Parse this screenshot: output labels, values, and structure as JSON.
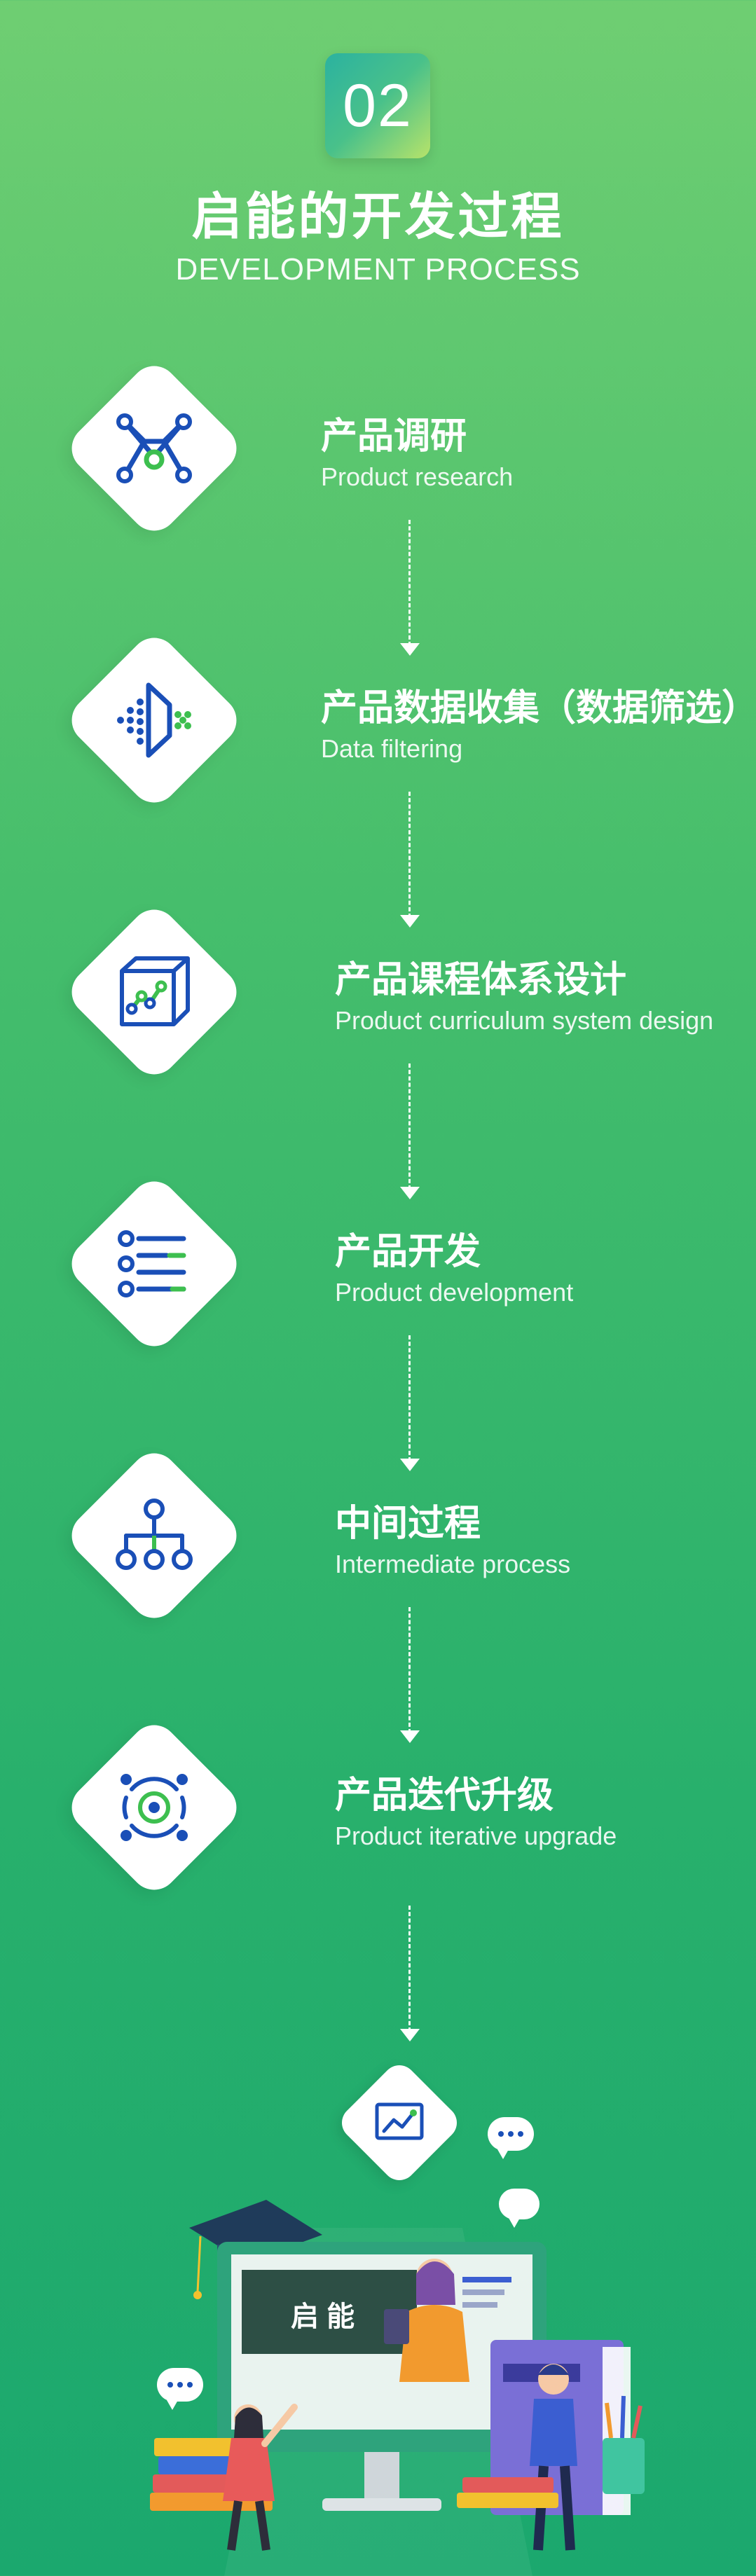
{
  "header": {
    "badge_number": "02",
    "title_cn": "启能的开发过程",
    "title_en": "DEVELOPMENT PROCESS"
  },
  "steps": [
    {
      "title_cn": "产品调研",
      "title_en": "Product research",
      "icon": "network-icon"
    },
    {
      "title_cn": "产品数据收集（数据筛选）",
      "title_en": "Data filtering",
      "icon": "filter-icon"
    },
    {
      "title_cn": "产品课程体系设计",
      "title_en": "Product curriculum system design",
      "icon": "cube-chart-icon"
    },
    {
      "title_cn": "产品开发",
      "title_en": "Product development",
      "icon": "list-icon"
    },
    {
      "title_cn": "中间过程",
      "title_en": "Intermediate process",
      "icon": "hierarchy-icon"
    },
    {
      "title_cn": "产品迭代升级",
      "title_en": "Product iterative upgrade",
      "icon": "cycle-icon"
    }
  ],
  "illustration": {
    "board_text": "启 能",
    "icon": "chart-icon"
  },
  "colors": {
    "blue": "#1a4fb7",
    "green": "#3dbf4f",
    "teal": "#2bb2a0"
  }
}
